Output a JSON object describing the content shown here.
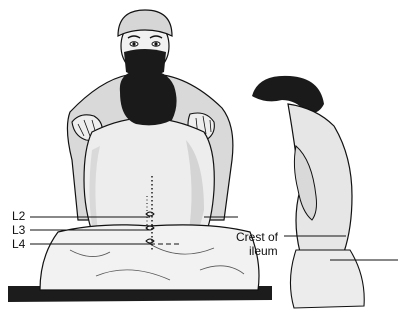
{
  "labels": {
    "l2": "L2",
    "l3": "L3",
    "l4": "L4",
    "crest_line1": "Crest of",
    "crest_line2": "ileum"
  },
  "colors": {
    "ink": "#111111",
    "hair": "#1a1a1a",
    "skin": "#eeeeee",
    "shade": "#cfcfcf",
    "cloth": "#f2f2f2",
    "table": "#1c1c1c"
  }
}
